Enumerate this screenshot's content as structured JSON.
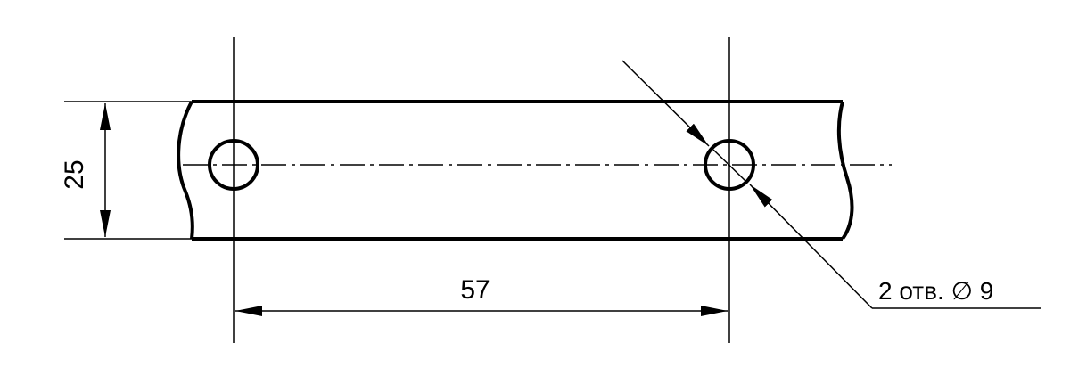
{
  "drawing": {
    "height_dimension": "25",
    "spacing_dimension": "57",
    "hole_callout": "2 отв. ∅ 9"
  },
  "colors": {
    "line": "#000000",
    "background": "#ffffff"
  }
}
